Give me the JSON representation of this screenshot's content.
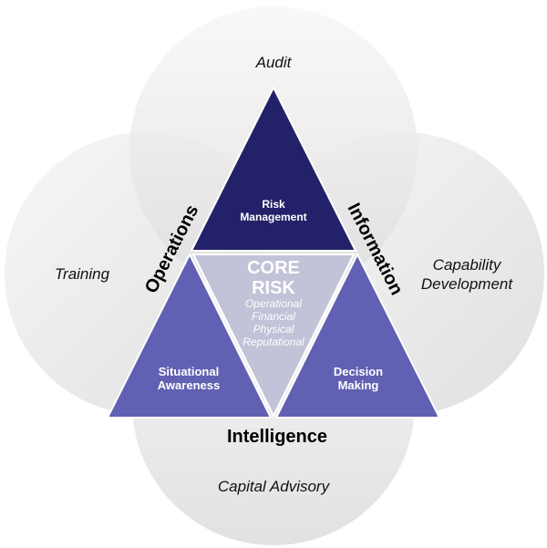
{
  "circles": {
    "top": "Audit",
    "left": "Training",
    "right": [
      "Capability",
      "Development"
    ],
    "bottom": "Capital Advisory"
  },
  "sides": {
    "left": "Operations",
    "right": "Information",
    "bottom": "Intelligence"
  },
  "triangles": {
    "top": [
      "Risk",
      "Management"
    ],
    "left": [
      "Situational",
      "Awareness"
    ],
    "right": [
      "Decision",
      "Making"
    ],
    "center": {
      "title": [
        "CORE",
        "RISK"
      ],
      "items": [
        "Operational",
        "Financial",
        "Physical",
        "Reputational"
      ]
    }
  },
  "colors": {
    "top_triangle": "#232169",
    "side_triangles": "#6160b2",
    "center_triangle": "#c2c2d8"
  }
}
